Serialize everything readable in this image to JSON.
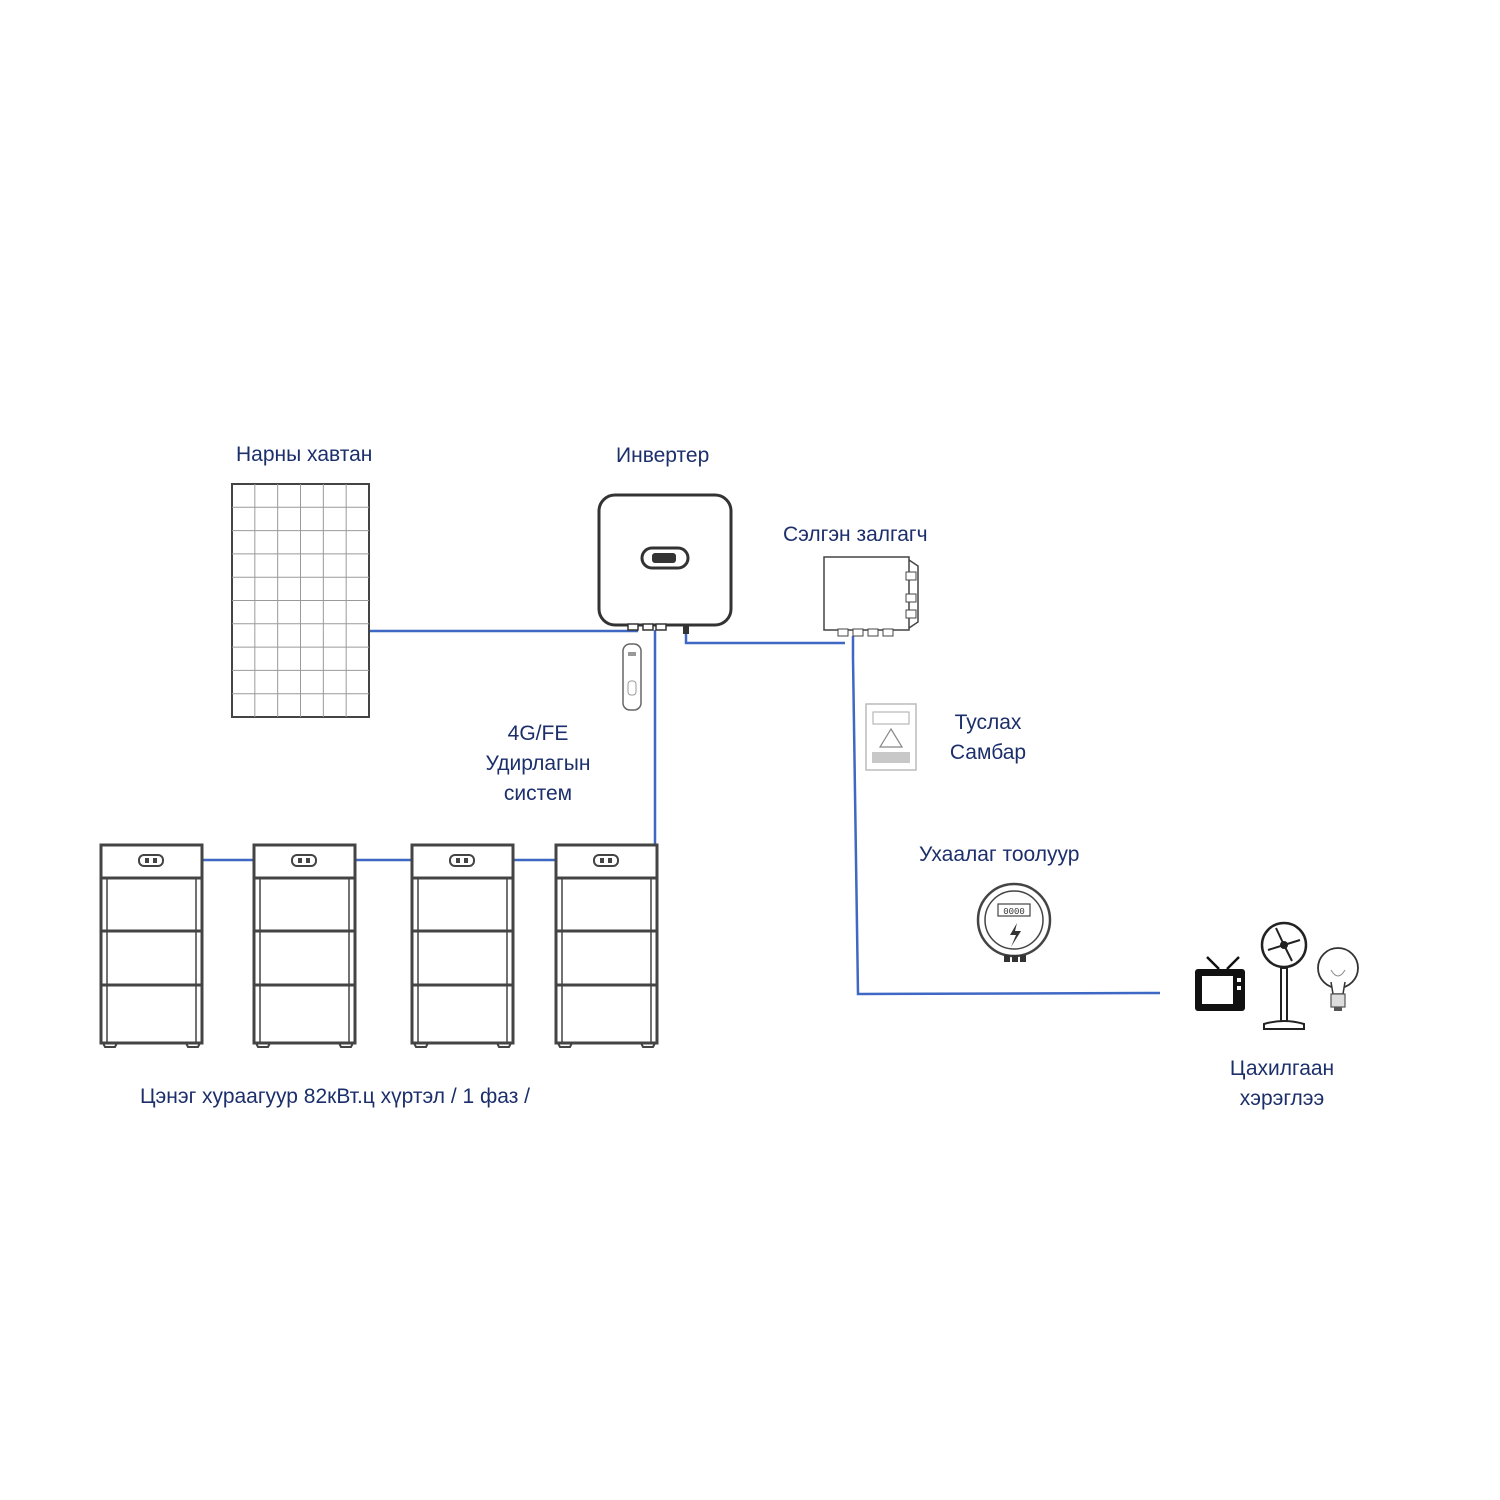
{
  "labels": {
    "solar_panel": "Нарны хавтан",
    "inverter": "Инвертер",
    "switch": "Сэлгэн залгагч",
    "control_system": [
      "4G/FE",
      "Удирлагын",
      "систем"
    ],
    "aux_panel": [
      "Туслах",
      "Самбар"
    ],
    "smart_meter": "Ухаалаг тоолуур",
    "batteries": "Цэнэг хураагуур 82кВт.ц хүртэл / 1 фаз /",
    "appliances": [
      "Цахилгаан",
      "хэрэглээ"
    ]
  },
  "meter_display": "0000",
  "colors": {
    "wire": "#3f68c4",
    "text": "#1c2f6b",
    "device": "#333333"
  },
  "icons": [
    "solar-panel-icon",
    "inverter-icon",
    "dongle-icon",
    "switch-box-icon",
    "aux-panel-icon",
    "smart-meter-icon",
    "battery-icon",
    "tv-icon",
    "fan-icon",
    "bulb-icon"
  ]
}
